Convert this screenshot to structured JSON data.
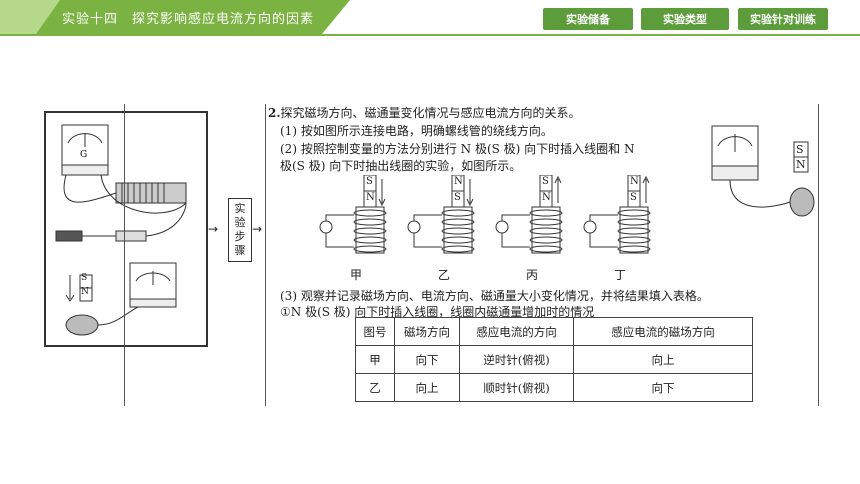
{
  "header": {
    "title": "实验十四　探究影响感应电流方向的因素",
    "tabs": [
      {
        "label": "实验储备"
      },
      {
        "label": "实验类型"
      },
      {
        "label": "实验针对训练"
      }
    ]
  },
  "content": {
    "steps_label": [
      "实",
      "验",
      "步",
      "骤"
    ],
    "arrows": [
      "→",
      "→"
    ],
    "lines": [
      {
        "num": "2.",
        "text": "探究磁场方向、磁通量变化情况与感应电流方向的关系。"
      },
      {
        "num": "",
        "text": "(1) 按如图所示连接电路，明确螺线管的绕线方向。"
      },
      {
        "num": "",
        "text": "(2) 按照控制变量的方法分别进行 N 极(S 极) 向下时插入线圈和 N"
      },
      {
        "num": "",
        "text": "极(S 极) 向下时抽出线圈的实验，如图所示。"
      },
      {
        "num": "",
        "text": "(3) 观察并记录磁场方向、电流方向、磁通量大小变化情况，并将结果填入表格。"
      },
      {
        "num": "",
        "text": "①N 极(S 极) 向下时插入线圈，线圈内磁通量增加时的情况"
      }
    ],
    "coils": [
      {
        "label": "甲",
        "top": "S",
        "bottom": "N",
        "dir": "↓"
      },
      {
        "label": "乙",
        "top": "N",
        "bottom": "S",
        "dir": "↓"
      },
      {
        "label": "丙",
        "top": "S",
        "bottom": "N",
        "dir": "↑"
      },
      {
        "label": "丁",
        "top": "N",
        "bottom": "S",
        "dir": "↑"
      }
    ],
    "magnet_left": {
      "top": "S",
      "bottom": "N"
    },
    "magnet_right": {
      "top": "S",
      "bottom": "N"
    },
    "table": {
      "headers": [
        "图号",
        "磁场方向",
        "感应电流的方向",
        "感应电流的磁场方向"
      ],
      "rows": [
        [
          "甲",
          "向下",
          "逆时针(俯视)",
          "向上"
        ],
        [
          "乙",
          "向上",
          "顺时针(俯视)",
          "向下"
        ]
      ]
    }
  }
}
